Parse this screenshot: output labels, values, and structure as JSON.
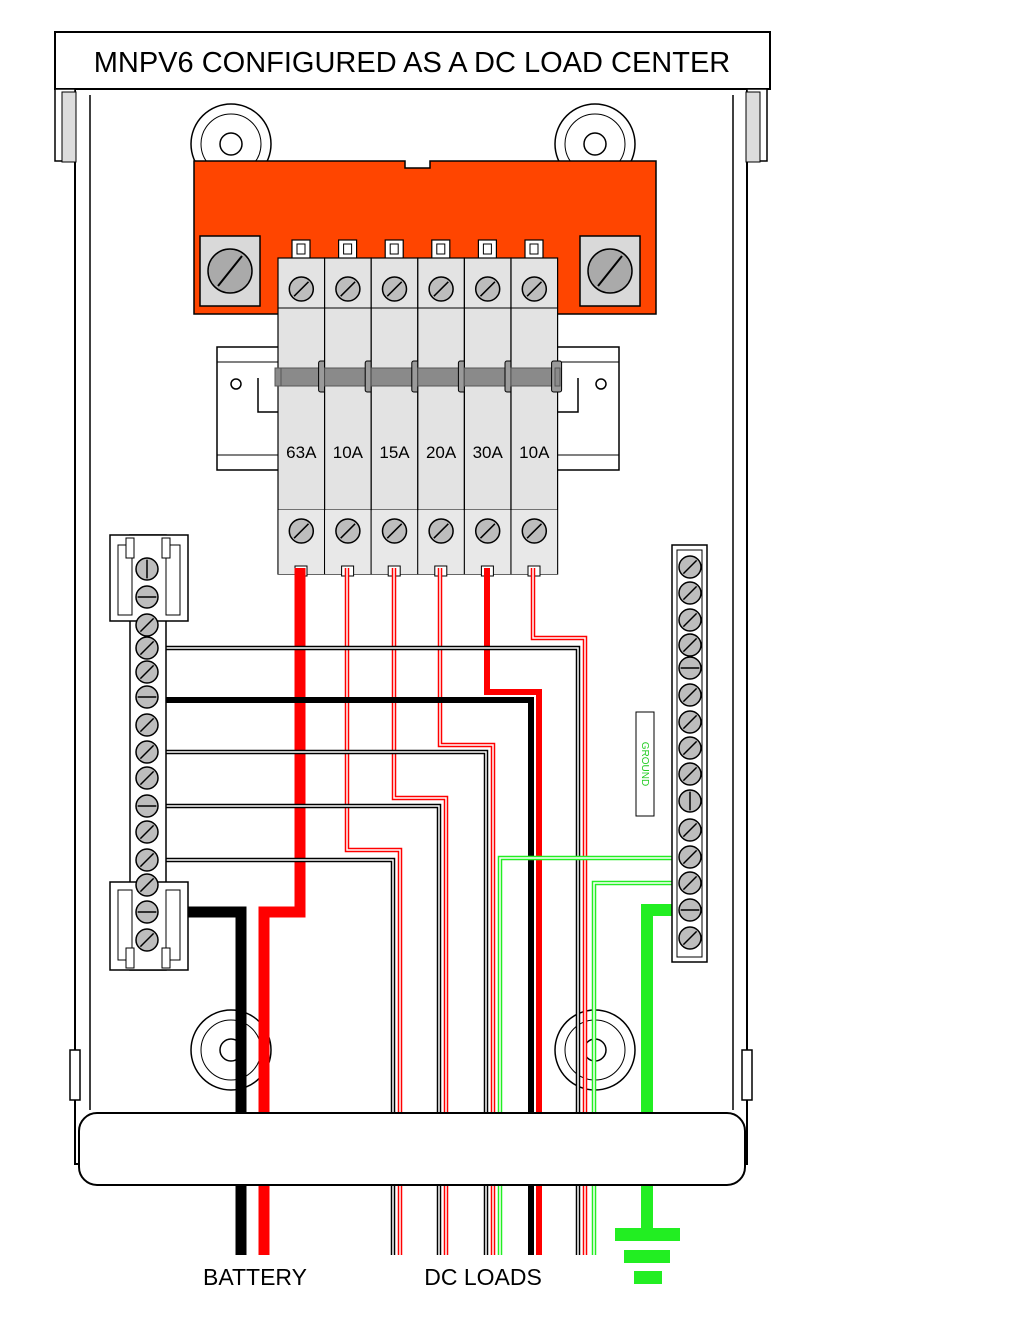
{
  "title": "MNPV6 CONFIGURED AS A DC LOAD CENTER",
  "breakers": [
    {
      "rating": "63A"
    },
    {
      "rating": "10A"
    },
    {
      "rating": "15A"
    },
    {
      "rating": "20A"
    },
    {
      "rating": "30A"
    },
    {
      "rating": "10A"
    }
  ],
  "ground_bar_label": "GROUND",
  "bottom_labels": {
    "battery": "BATTERY",
    "dc_loads": "DC LOADS"
  },
  "colors": {
    "busbar": "#ff4500",
    "positive_wire": "#ff0000",
    "negative_wire": "#000000",
    "ground_wire": "#22ee22",
    "breaker_body": "#e3e3e3",
    "din_rail": "#888888"
  },
  "icons": [
    "screw-terminal-icon",
    "ground-symbol-icon"
  ]
}
